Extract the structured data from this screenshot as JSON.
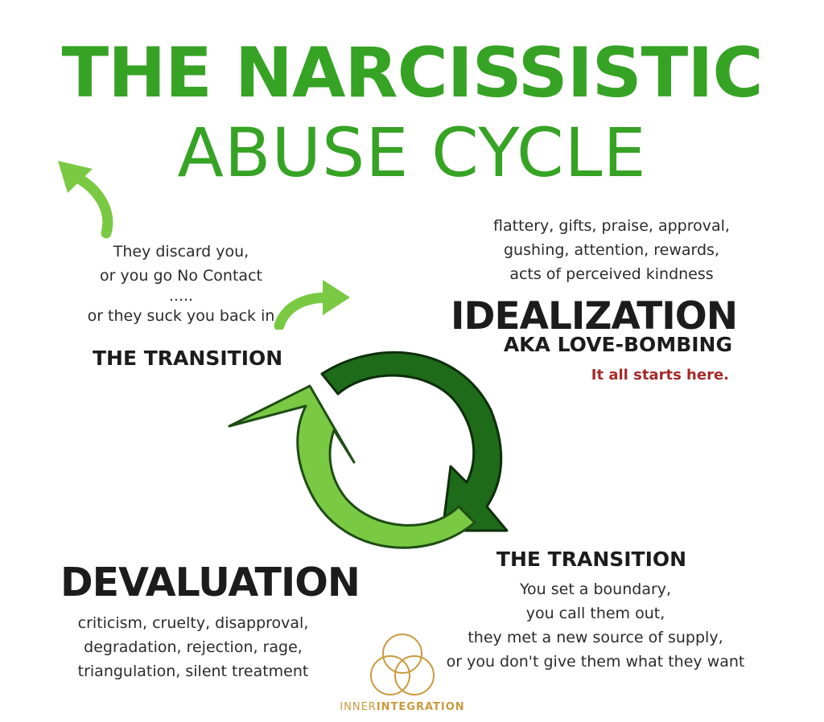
{
  "title": {
    "line1": "THE NARCISSISTIC",
    "line2": "ABUSE CYCLE"
  },
  "transition_top": {
    "lines": [
      "They discard you,",
      "or you go No Contact",
      ".....",
      "or they suck you back in"
    ],
    "heading": "THE TRANSITION"
  },
  "idealization": {
    "lines": [
      "flattery, gifts, praise, approval,",
      "gushing, attention, rewards,",
      "acts of perceived kindness"
    ],
    "heading": "IDEALIZATION",
    "subheading": "AKA LOVE-BOMBING",
    "note": "It all starts here."
  },
  "transition_bottom": {
    "heading": "THE TRANSITION",
    "lines": [
      "You set a boundary,",
      "you call them out,",
      "they met a new source of supply,",
      "or you don't give them what they want"
    ]
  },
  "devaluation": {
    "heading": "DEVALUATION",
    "lines": [
      "criticism, cruelty, disapproval,",
      "degradation, rejection, rage,",
      "triangulation, silent treatment"
    ]
  },
  "brand": {
    "word1": "INNER",
    "word2": "INTEGRATION"
  },
  "colors": {
    "title_green": "#36a325",
    "light_green": "#7ac943",
    "dark_green": "#1e6b1a",
    "accent_red": "#a52a2a",
    "brand_gold": "#c99a3e"
  },
  "icons": {
    "top_left": "curved-arrow-icon",
    "top_center": "curved-arrow-icon",
    "cycle": "cycle-arrows-icon",
    "logo": "three-circles-logo"
  }
}
